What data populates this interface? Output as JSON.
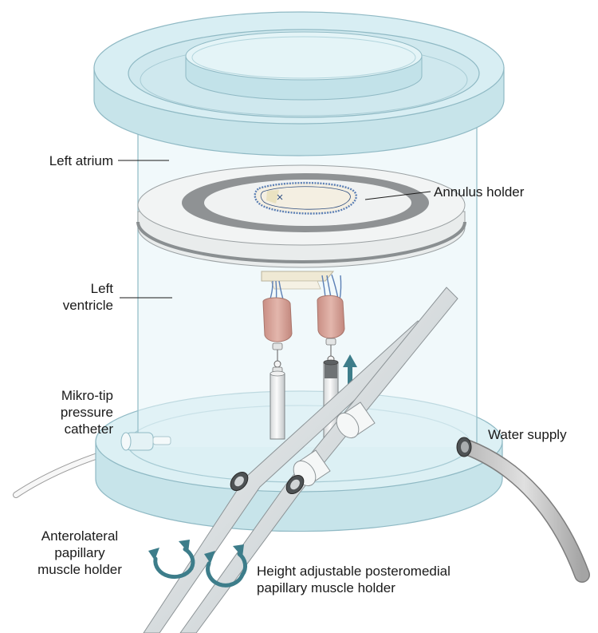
{
  "labels": {
    "left_atrium": "Left atrium",
    "annulus_holder": "Annulus holder",
    "left_ventricle_1": "Left",
    "left_ventricle_2": "ventricle",
    "catheter_1": "Mikro-tip",
    "catheter_2": "pressure",
    "catheter_3": "catheter",
    "water_supply": "Water supply",
    "antero_1": "Anterolateral",
    "antero_2": "papillary",
    "antero_3": "muscle holder",
    "postero_1": "Height adjustable posteromedial",
    "postero_2": "papillary muscle holder"
  },
  "colors": {
    "acrylic": "#cfe9ef",
    "acrylic_edge": "#8fb9c4",
    "muscle": "#d9a79d",
    "arrow": "#3d7d8a",
    "tube": "#e6e9ea",
    "ring": "#7a7a7a"
  }
}
